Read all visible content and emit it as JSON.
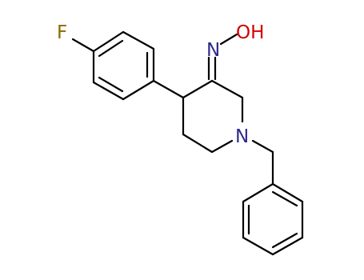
{
  "molecule": {
    "atoms": {
      "F": {
        "symbol": "F",
        "color": "#8a6a00"
      },
      "N1": {
        "symbol": "N",
        "color": "#2e2a8c"
      },
      "OH": {
        "symbol": "OH",
        "color": "#d40000"
      },
      "N2": {
        "symbol": "N",
        "color": "#2e2a8c"
      }
    },
    "bond_color": "#000000",
    "background": "#ffffff"
  }
}
